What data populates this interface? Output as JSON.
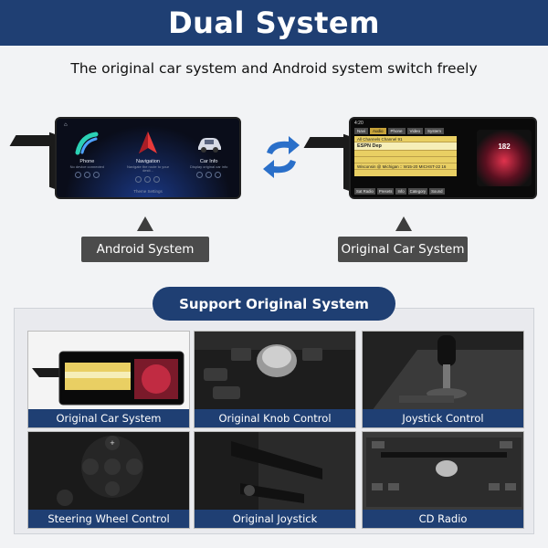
{
  "banner": {
    "title": "Dual System"
  },
  "subtitle": "The original car system and Android system switch freely",
  "android_screen": {
    "apps": [
      {
        "label": "Phone",
        "sub": "No device connected"
      },
      {
        "label": "Navigation",
        "sub": "Navigate the route to your desti..."
      },
      {
        "label": "Car Info",
        "sub": "Display original car info"
      }
    ],
    "footer": "Theme Settings"
  },
  "original_screen": {
    "time": "4:20",
    "tabs": [
      "Navi",
      "Audio",
      "Phone",
      "Video",
      "System"
    ],
    "active_tab": "Audio",
    "channel": "All Channels Channel 91",
    "station": "ESPN Dep",
    "now_playing": "Wisconsin @ Michigan :: W15-20 MICHST-22 16",
    "menu": [
      "Sat Radio",
      "Presets",
      "Info",
      "Category",
      "Sound"
    ],
    "gauge_value": "182"
  },
  "labels": {
    "android": "Android System",
    "original": "Original Car System"
  },
  "support": {
    "title": "Support Original System",
    "items": [
      {
        "caption": "Original Car System",
        "icon": "car-screen"
      },
      {
        "caption": "Original Knob Control",
        "icon": "knob"
      },
      {
        "caption": "Joystick Control",
        "icon": "gear-shifter"
      },
      {
        "caption": "Steering Wheel Control",
        "icon": "steering-wheel"
      },
      {
        "caption": "Original Joystick",
        "icon": "column-stalk"
      },
      {
        "caption": "CD Radio",
        "icon": "cd-radio"
      }
    ]
  },
  "colors": {
    "brand_blue": "#1f3f73",
    "label_grey": "#4b4b4b",
    "radio_gold": "#e9cf63"
  }
}
